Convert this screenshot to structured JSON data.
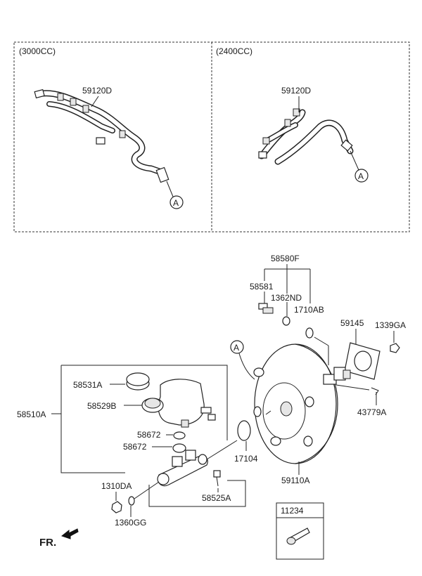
{
  "panels": {
    "left_header": "(3000CC)",
    "right_header": "(2400CC)"
  },
  "labels": {
    "hose_3000": "59120D",
    "hose_2400": "59120D",
    "ref_a_left": "A",
    "ref_a_right": "A",
    "ref_a_booster": "A",
    "p58580F": "58580F",
    "p58581": "58581",
    "p1362ND": "1362ND",
    "p1710AB": "1710AB",
    "p59145": "59145",
    "p1339GA": "1339GA",
    "p43779A": "43779A",
    "p58531A": "58531A",
    "p58529B": "58529B",
    "p58510A": "58510A",
    "p58672a": "58672",
    "p58672b": "58672",
    "p17104": "17104",
    "p59110A": "59110A",
    "p1310DA": "1310DA",
    "p58525A": "58525A",
    "p1360GG": "1360GG",
    "p11234": "11234",
    "front": "FR."
  },
  "icons": [
    "fr-arrow-icon",
    "circle-a-reference-icon",
    "bolt-icon",
    "nut-icon"
  ]
}
